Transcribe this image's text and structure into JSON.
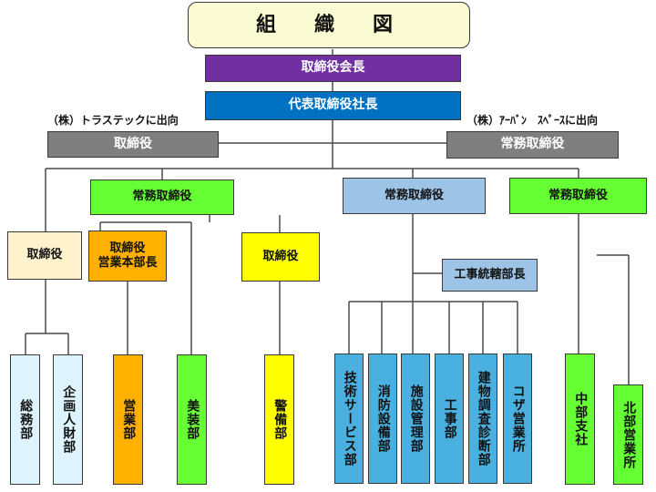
{
  "title": "組　織　図",
  "chairman": "取締役会長",
  "president": "代表取締役社長",
  "notes": {
    "left": "（株）トラステックに出向",
    "right": "（株）ｱｰﾊﾞﾝ　ｽﾍﾟｰｽに出向"
  },
  "seconded": {
    "left": "取締役",
    "right": "常務取締役"
  },
  "executives": {
    "managing_1": "常務取締役",
    "managing_2": "常務取締役",
    "managing_3": "常務取締役",
    "director_a": "取締役",
    "director_sales": "取締役\n営業本部長",
    "director_c": "取締役",
    "construction_head": "工事統轄部長"
  },
  "departments": {
    "general_affairs": "総務部",
    "planning_hr": "企画人財部",
    "sales": "営業部",
    "interior": "美装部",
    "security": "警備部",
    "technical": "技術サービス部",
    "fire_equipment": "消防設備部",
    "facility_mgmt": "施設管理部",
    "construction": "工事部",
    "building_survey": "建物調査診断部",
    "koza_sales": "コザ営業所",
    "central_branch": "中部支社",
    "north_sales": "北部営業所"
  }
}
